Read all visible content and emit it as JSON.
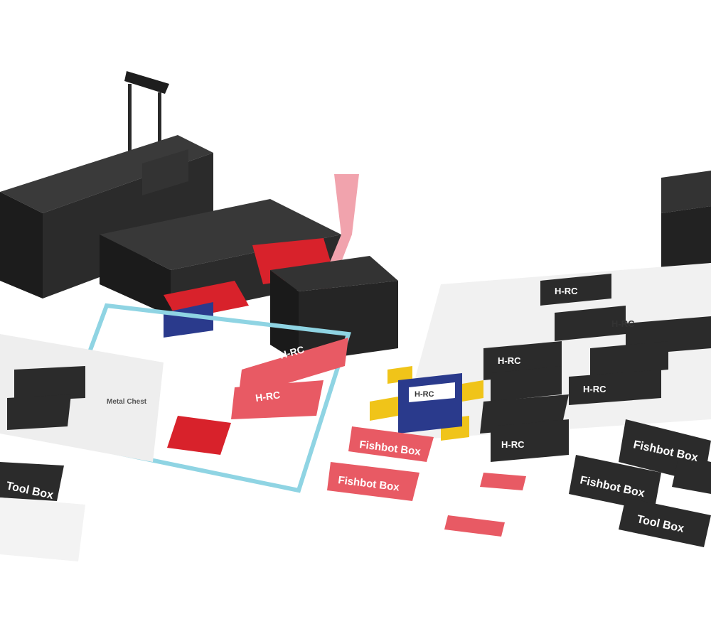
{
  "brand_hrc": "H-RC",
  "brand_fishbot": "Fishbot Box",
  "brand_toolbox": "Tool Box",
  "brand_metalchest": "Metal Chest",
  "colors": {
    "case": "#2b2b2b",
    "case_dark": "#1b1b1b",
    "accent_red": "#d8222b",
    "accent_yellow": "#f0c419",
    "accent_blue": "#2a3a8c",
    "sticker_outline": "#8fd4e3",
    "background": "#ffffff"
  },
  "icons": [
    "trolley-handle-icon",
    "storage-case-icon",
    "sticker-sheet-icon"
  ]
}
